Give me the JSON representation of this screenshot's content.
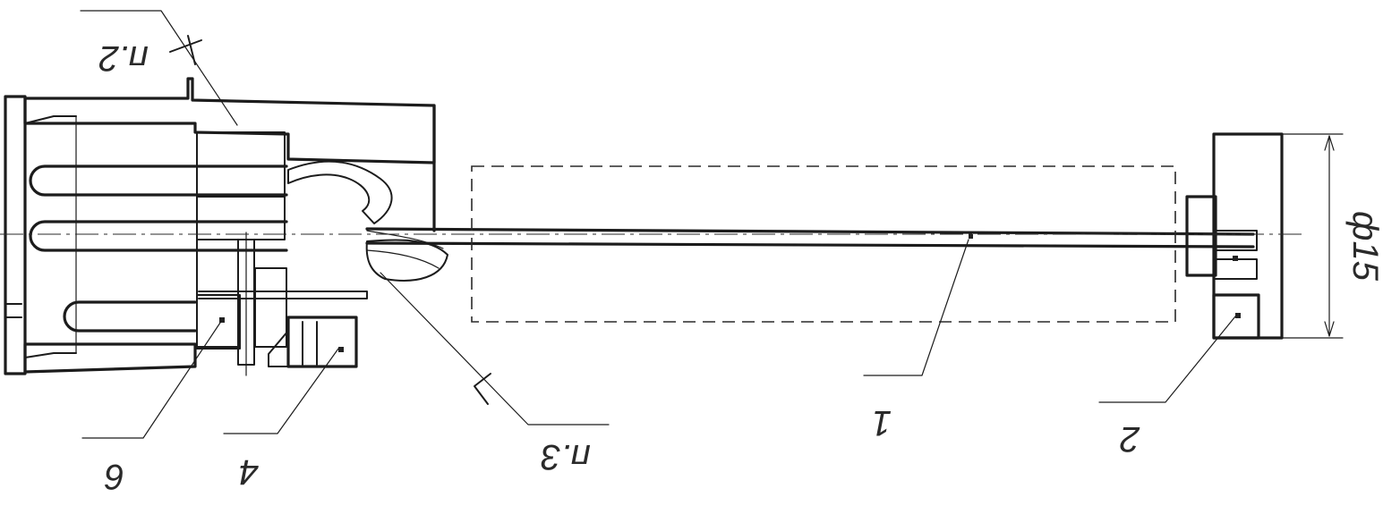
{
  "callouts": {
    "part_1": "1",
    "part_2": "2",
    "part_4": "4",
    "part_6": "6",
    "note_2": "п.2",
    "note_3": "п.3"
  },
  "dimensions": {
    "diameter": "ф15"
  }
}
